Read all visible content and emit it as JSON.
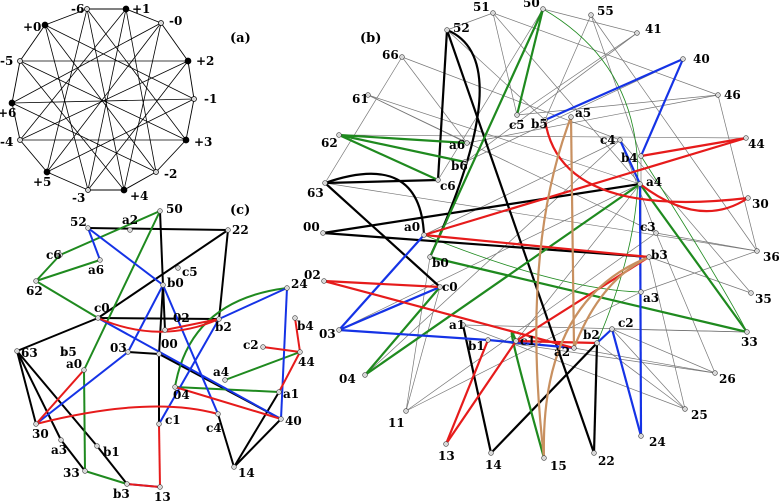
{
  "panels": {
    "a": {
      "label": "(a)"
    },
    "b": {
      "label": "(b)"
    },
    "c": {
      "label": "(c)"
    }
  },
  "colors": {
    "black": "#000000",
    "green": "#1f8a1f",
    "blue": "#1533e6",
    "red": "#e61b1b",
    "tan": "#c89060",
    "gray": "#777777"
  },
  "panel_a": {
    "node_labels": [
      "+1",
      "-0",
      "+2",
      "-1",
      "+3",
      "-2",
      "+4",
      "-3",
      "+5",
      "-4",
      "+6",
      "-5",
      "+0",
      "-6"
    ],
    "filled_nodes": [
      "+1",
      "+2",
      "+3",
      "+4",
      "+5",
      "+6",
      "+0"
    ]
  },
  "panel_b": {
    "node_labels": [
      "51",
      "50",
      "55",
      "52",
      "41",
      "66",
      "40",
      "46",
      "61",
      "c5",
      "b5",
      "a5",
      "c4",
      "62",
      "a6",
      "b4",
      "44",
      "b6",
      "c6",
      "a4",
      "63",
      "30",
      "00",
      "a0",
      "c3",
      "36",
      "b0",
      "b3",
      "02",
      "c0",
      "35",
      "a3",
      "03",
      "a1",
      "b1",
      "c1",
      "a2",
      "b2",
      "c2",
      "33",
      "04",
      "26",
      "11",
      "25",
      "24",
      "13",
      "14",
      "15",
      "22"
    ]
  },
  "panel_c": {
    "node_labels": [
      "52",
      "a2",
      "50",
      "22",
      "c6",
      "a6",
      "b0",
      "c5",
      "62",
      "c0",
      "02",
      "b2",
      "24",
      "b4",
      "63",
      "b5",
      "03",
      "00",
      "c2",
      "44",
      "a0",
      "a4",
      "04",
      "a1",
      "30",
      "c4",
      "c1",
      "40",
      "a3",
      "b1",
      "33",
      "14",
      "b3",
      "13"
    ]
  }
}
